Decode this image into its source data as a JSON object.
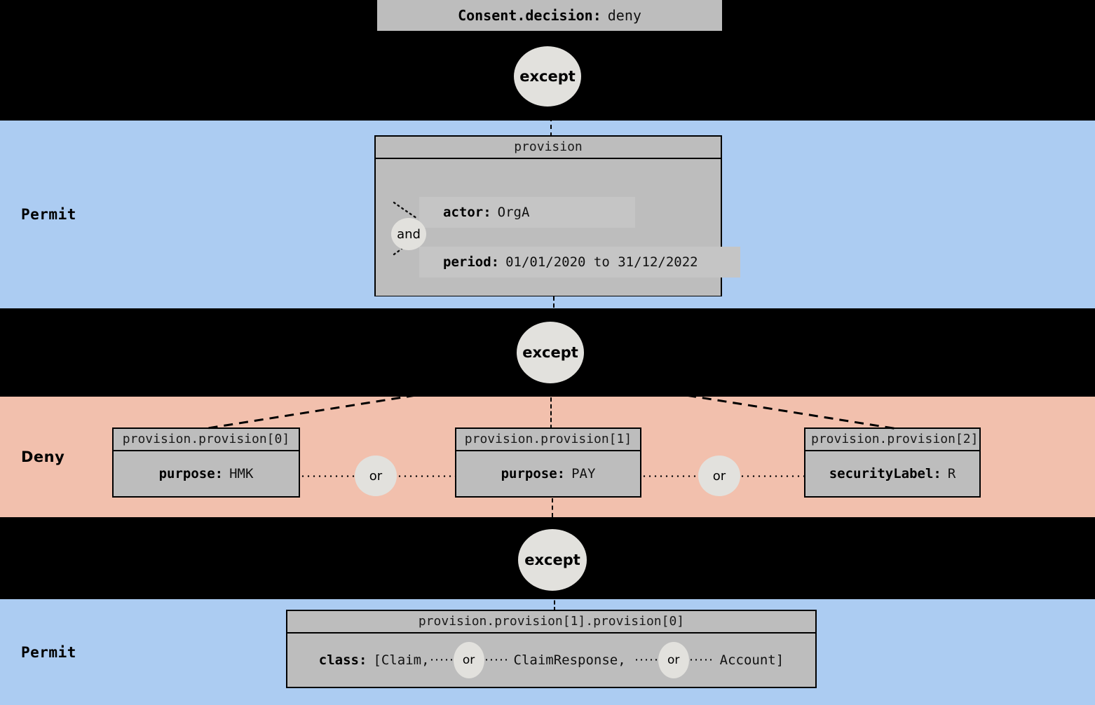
{
  "diagram": {
    "title": "Consent decision provision tree",
    "colors": {
      "permit_band": "#acccf2",
      "deny_band": "#f2c0ad",
      "node_fill": "#bdbdbd",
      "operator_fill": "#e2e1dd",
      "background": "#000000",
      "stroke": "#000000"
    }
  },
  "bands": [
    {
      "label": "Permit",
      "decision": "permit"
    },
    {
      "label": "Deny",
      "decision": "deny"
    },
    {
      "label": "Permit",
      "decision": "permit"
    }
  ],
  "root": {
    "key": "Consent.decision:",
    "value": "deny"
  },
  "operators": {
    "except_1": "except",
    "except_2": "except",
    "except_3": "except",
    "and_1": "and",
    "or_1": "or",
    "or_2": "or",
    "or_inline_1": "or",
    "or_inline_2": "or"
  },
  "nodes": {
    "provision": {
      "title": "provision",
      "rows": [
        {
          "key": "actor:",
          "value": "OrgA"
        },
        {
          "key": "period:",
          "value": "01/01/2020 to 31/12/2022"
        }
      ]
    },
    "provision_0": {
      "title": "provision.provision[0]",
      "rows": [
        {
          "key": "purpose:",
          "value": "HMK"
        }
      ]
    },
    "provision_1": {
      "title": "provision.provision[1]",
      "rows": [
        {
          "key": "purpose:",
          "value": "PAY"
        }
      ]
    },
    "provision_2": {
      "title": "provision.provision[2]",
      "rows": [
        {
          "key": "securityLabel:",
          "value": "R"
        }
      ]
    },
    "provision_1_0": {
      "title": "provision.provision[1].provision[0]",
      "class_key": "class:",
      "class_open": "[Claim,",
      "class_mid": "ClaimResponse,",
      "class_close": "Account]"
    }
  }
}
